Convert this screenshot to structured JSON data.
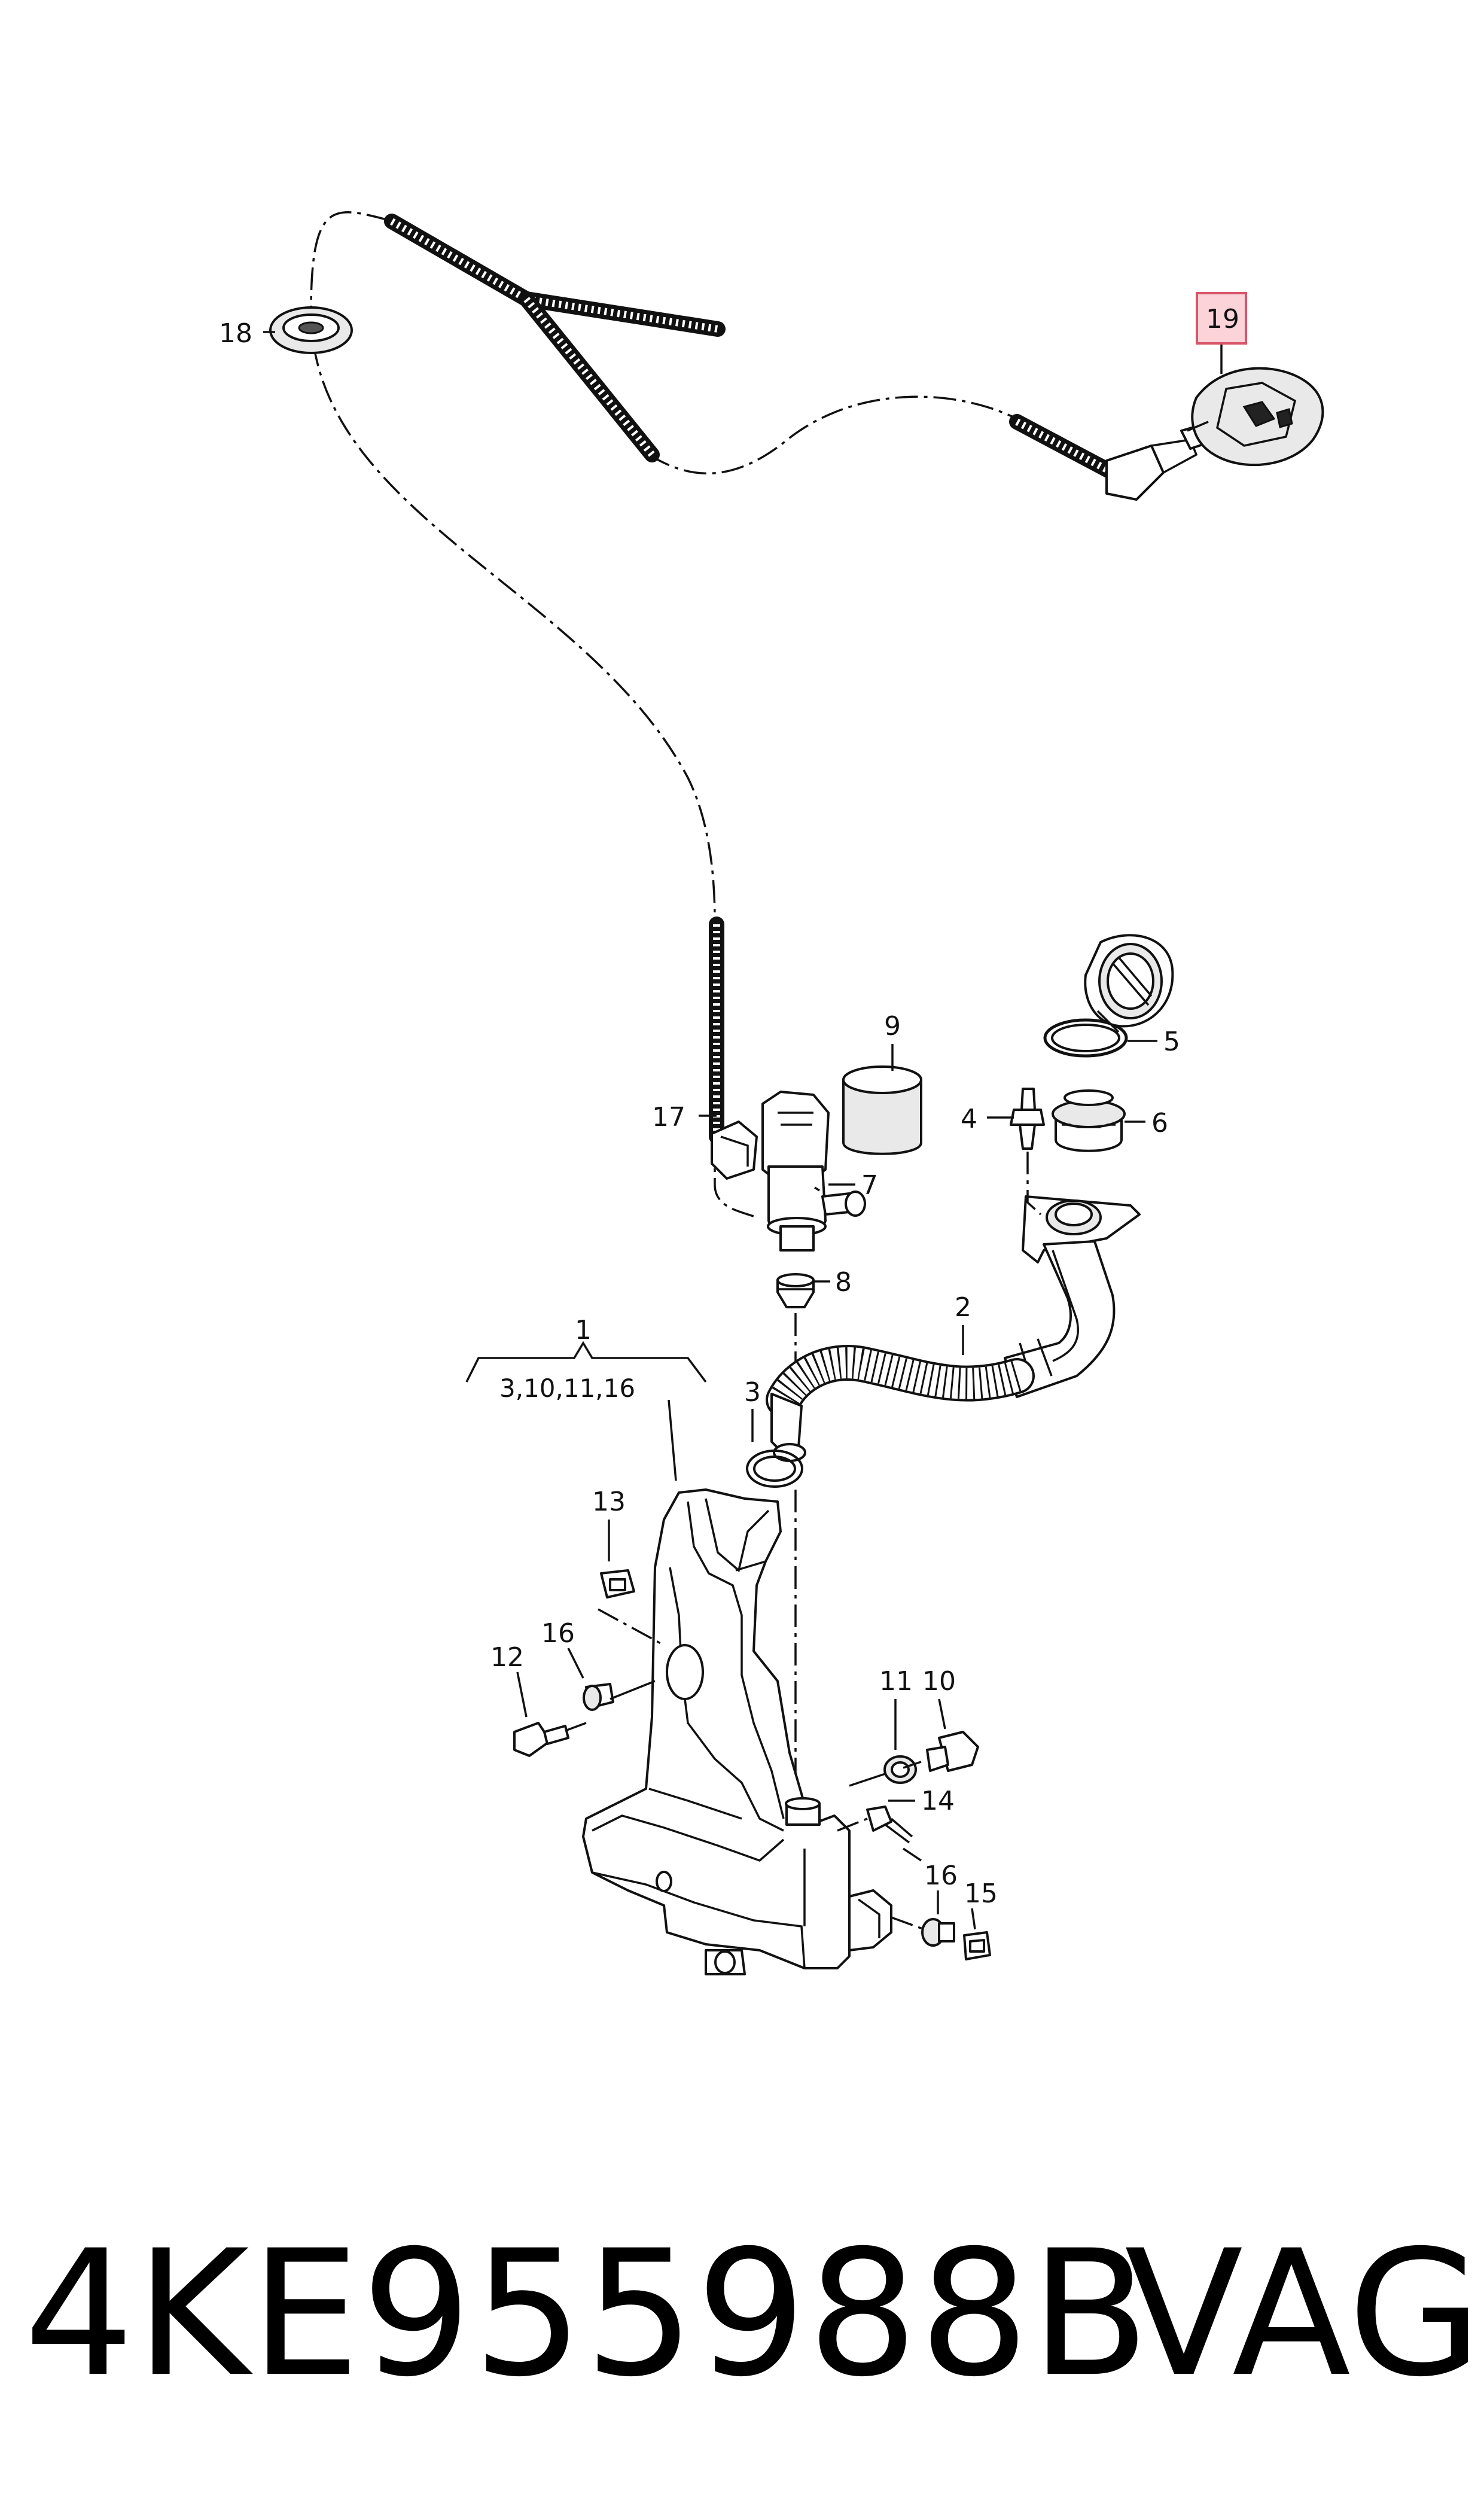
{
  "callouts": {
    "c1": "1",
    "c1_group": "3,10,11,16",
    "c2": "2",
    "c3": "3",
    "c4": "4",
    "c5": "5",
    "c6": "6",
    "c7": "7",
    "c8": "8",
    "c9": "9",
    "c10": "10",
    "c11": "11",
    "c12": "12",
    "c13": "13",
    "c14": "14",
    "c15": "15",
    "c16a": "16",
    "c16b": "16",
    "c17": "17",
    "c18": "18",
    "c19": "19"
  },
  "highlight_color": "#fbd3d8",
  "highlight_border": "#d9556a",
  "footer": {
    "part_number": "4KE955988B",
    "brand": "VAG"
  }
}
